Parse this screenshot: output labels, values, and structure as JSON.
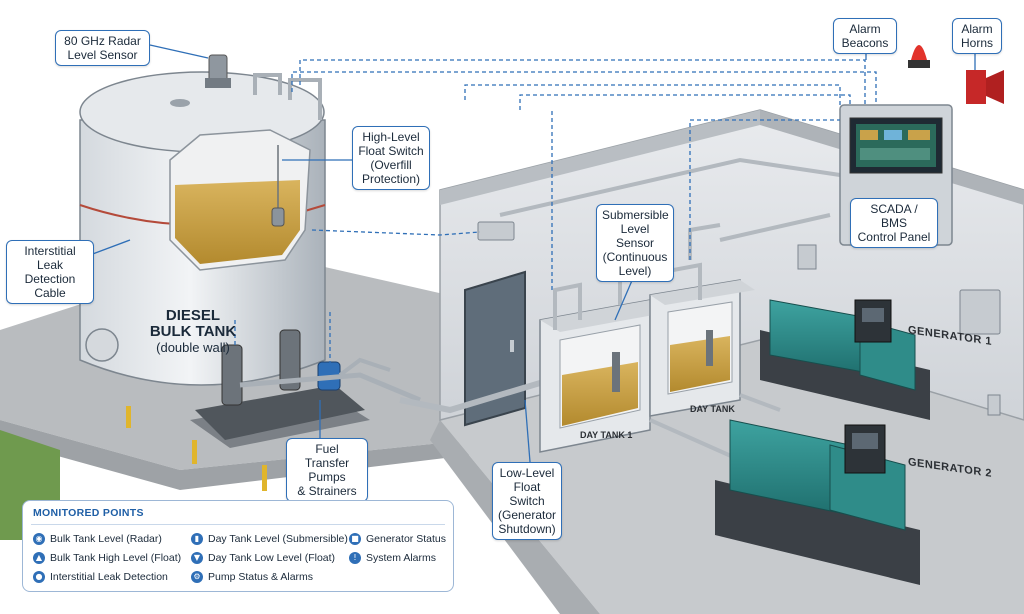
{
  "callouts": {
    "radar_sensor": "80 GHz Radar\nLevel Sensor",
    "high_level_switch": "High-Level\nFloat Switch\n(Overfill\nProtection)",
    "leak_cable": "Interstitial\nLeak Detection\nCable",
    "alarm_beacons": "Alarm\nBeacons",
    "alarm_horns": "Alarm\nHorns",
    "submersible_sensor": "Submersible\nLevel Sensor\n(Continuous\nLevel)",
    "scada_panel": "SCADA / BMS\nControl Panel",
    "pumps": "Fuel Transfer\nPumps\n& Strainers",
    "low_level_switch": "Low-Level\nFloat Switch\n(Generator\nShutdown)"
  },
  "bulk_tank": {
    "title": "DIESEL\nBULK TANK",
    "subtitle": "(double wall)"
  },
  "day_tanks": {
    "tank1": "DAY TANK 1",
    "tank2": "DAY TANK"
  },
  "generators": {
    "gen1": "GENERATOR 1",
    "gen2": "GENERATOR 2"
  },
  "legend": {
    "title": "MONITORED POINTS",
    "items": [
      {
        "label": "Bulk Tank Level (Radar)",
        "icon": "radar-icon"
      },
      {
        "label": "Bulk Tank High Level (Float)",
        "icon": "float-icon"
      },
      {
        "label": "Interstitial Leak Detection",
        "icon": "leak-icon"
      },
      {
        "label": "Day Tank Level (Submersible)",
        "icon": "sensor-icon"
      },
      {
        "label": "Day Tank Low Level (Float)",
        "icon": "float-low-icon"
      },
      {
        "label": "Pump Status & Alarms",
        "icon": "pump-icon"
      },
      {
        "label": "Generator Status",
        "icon": "generator-icon"
      },
      {
        "label": "System Alarms",
        "icon": "alarm-icon"
      }
    ]
  },
  "colors": {
    "accent": "#2f6fb7",
    "fuel": "#c9a24a",
    "generator": "#2b8a8a",
    "alarm": "#d62b2b"
  }
}
